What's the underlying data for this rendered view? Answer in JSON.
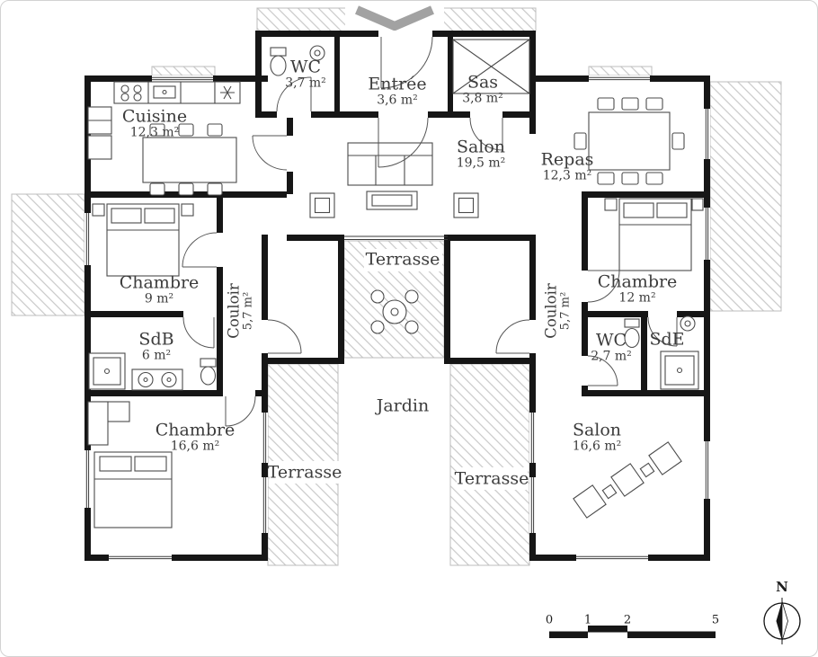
{
  "rooms": {
    "wc_haut": {
      "name": "WC",
      "area": "3,7 m²"
    },
    "entree": {
      "name": "Entrée",
      "area": "3,6 m²"
    },
    "sas": {
      "name": "Sas",
      "area": "3,8 m²"
    },
    "cuisine": {
      "name": "Cuisine",
      "area": "12,3 m²"
    },
    "salon": {
      "name": "Salon",
      "area": "19,5 m²"
    },
    "repas": {
      "name": "Repas",
      "area": "12,3 m²"
    },
    "chambre_9": {
      "name": "Chambre",
      "area": "9 m²"
    },
    "couloir_gauche": {
      "name": "Couloir",
      "area": "5,7 m²"
    },
    "terrasse_centre": {
      "name": "Terrasse"
    },
    "chambre_12": {
      "name": "Chambre",
      "area": "12 m²"
    },
    "couloir_droit": {
      "name": "Couloir",
      "area": "5,7 m²"
    },
    "sdb": {
      "name": "SdB",
      "area": "6 m²"
    },
    "wc_droit": {
      "name": "WC",
      "area": "2,7 m²"
    },
    "sde": {
      "name": "SdE"
    },
    "chambre_16": {
      "name": "Chambre",
      "area": "16,6 m²"
    },
    "jardin": {
      "name": "Jardin"
    },
    "terrasse_sud_ouest": {
      "name": "Terrasse"
    },
    "terrasse_sud_est": {
      "name": "Terrasse"
    },
    "salon_16": {
      "name": "Salon",
      "area": "16,6 m²"
    }
  },
  "scale_bar": {
    "ticks": [
      "0",
      "1",
      "2",
      "5"
    ]
  },
  "compass": {
    "north_label": "N"
  },
  "icons": {
    "entrance_arrow": "chevron-down",
    "compass_needle": "north-arrow"
  },
  "colors": {
    "wall": "#161616",
    "hatch": "#c8c8c8",
    "furniture": "#4b4b4b",
    "label_text": "#3c3c3c",
    "entrance_chevron": "#a2a2a2"
  }
}
